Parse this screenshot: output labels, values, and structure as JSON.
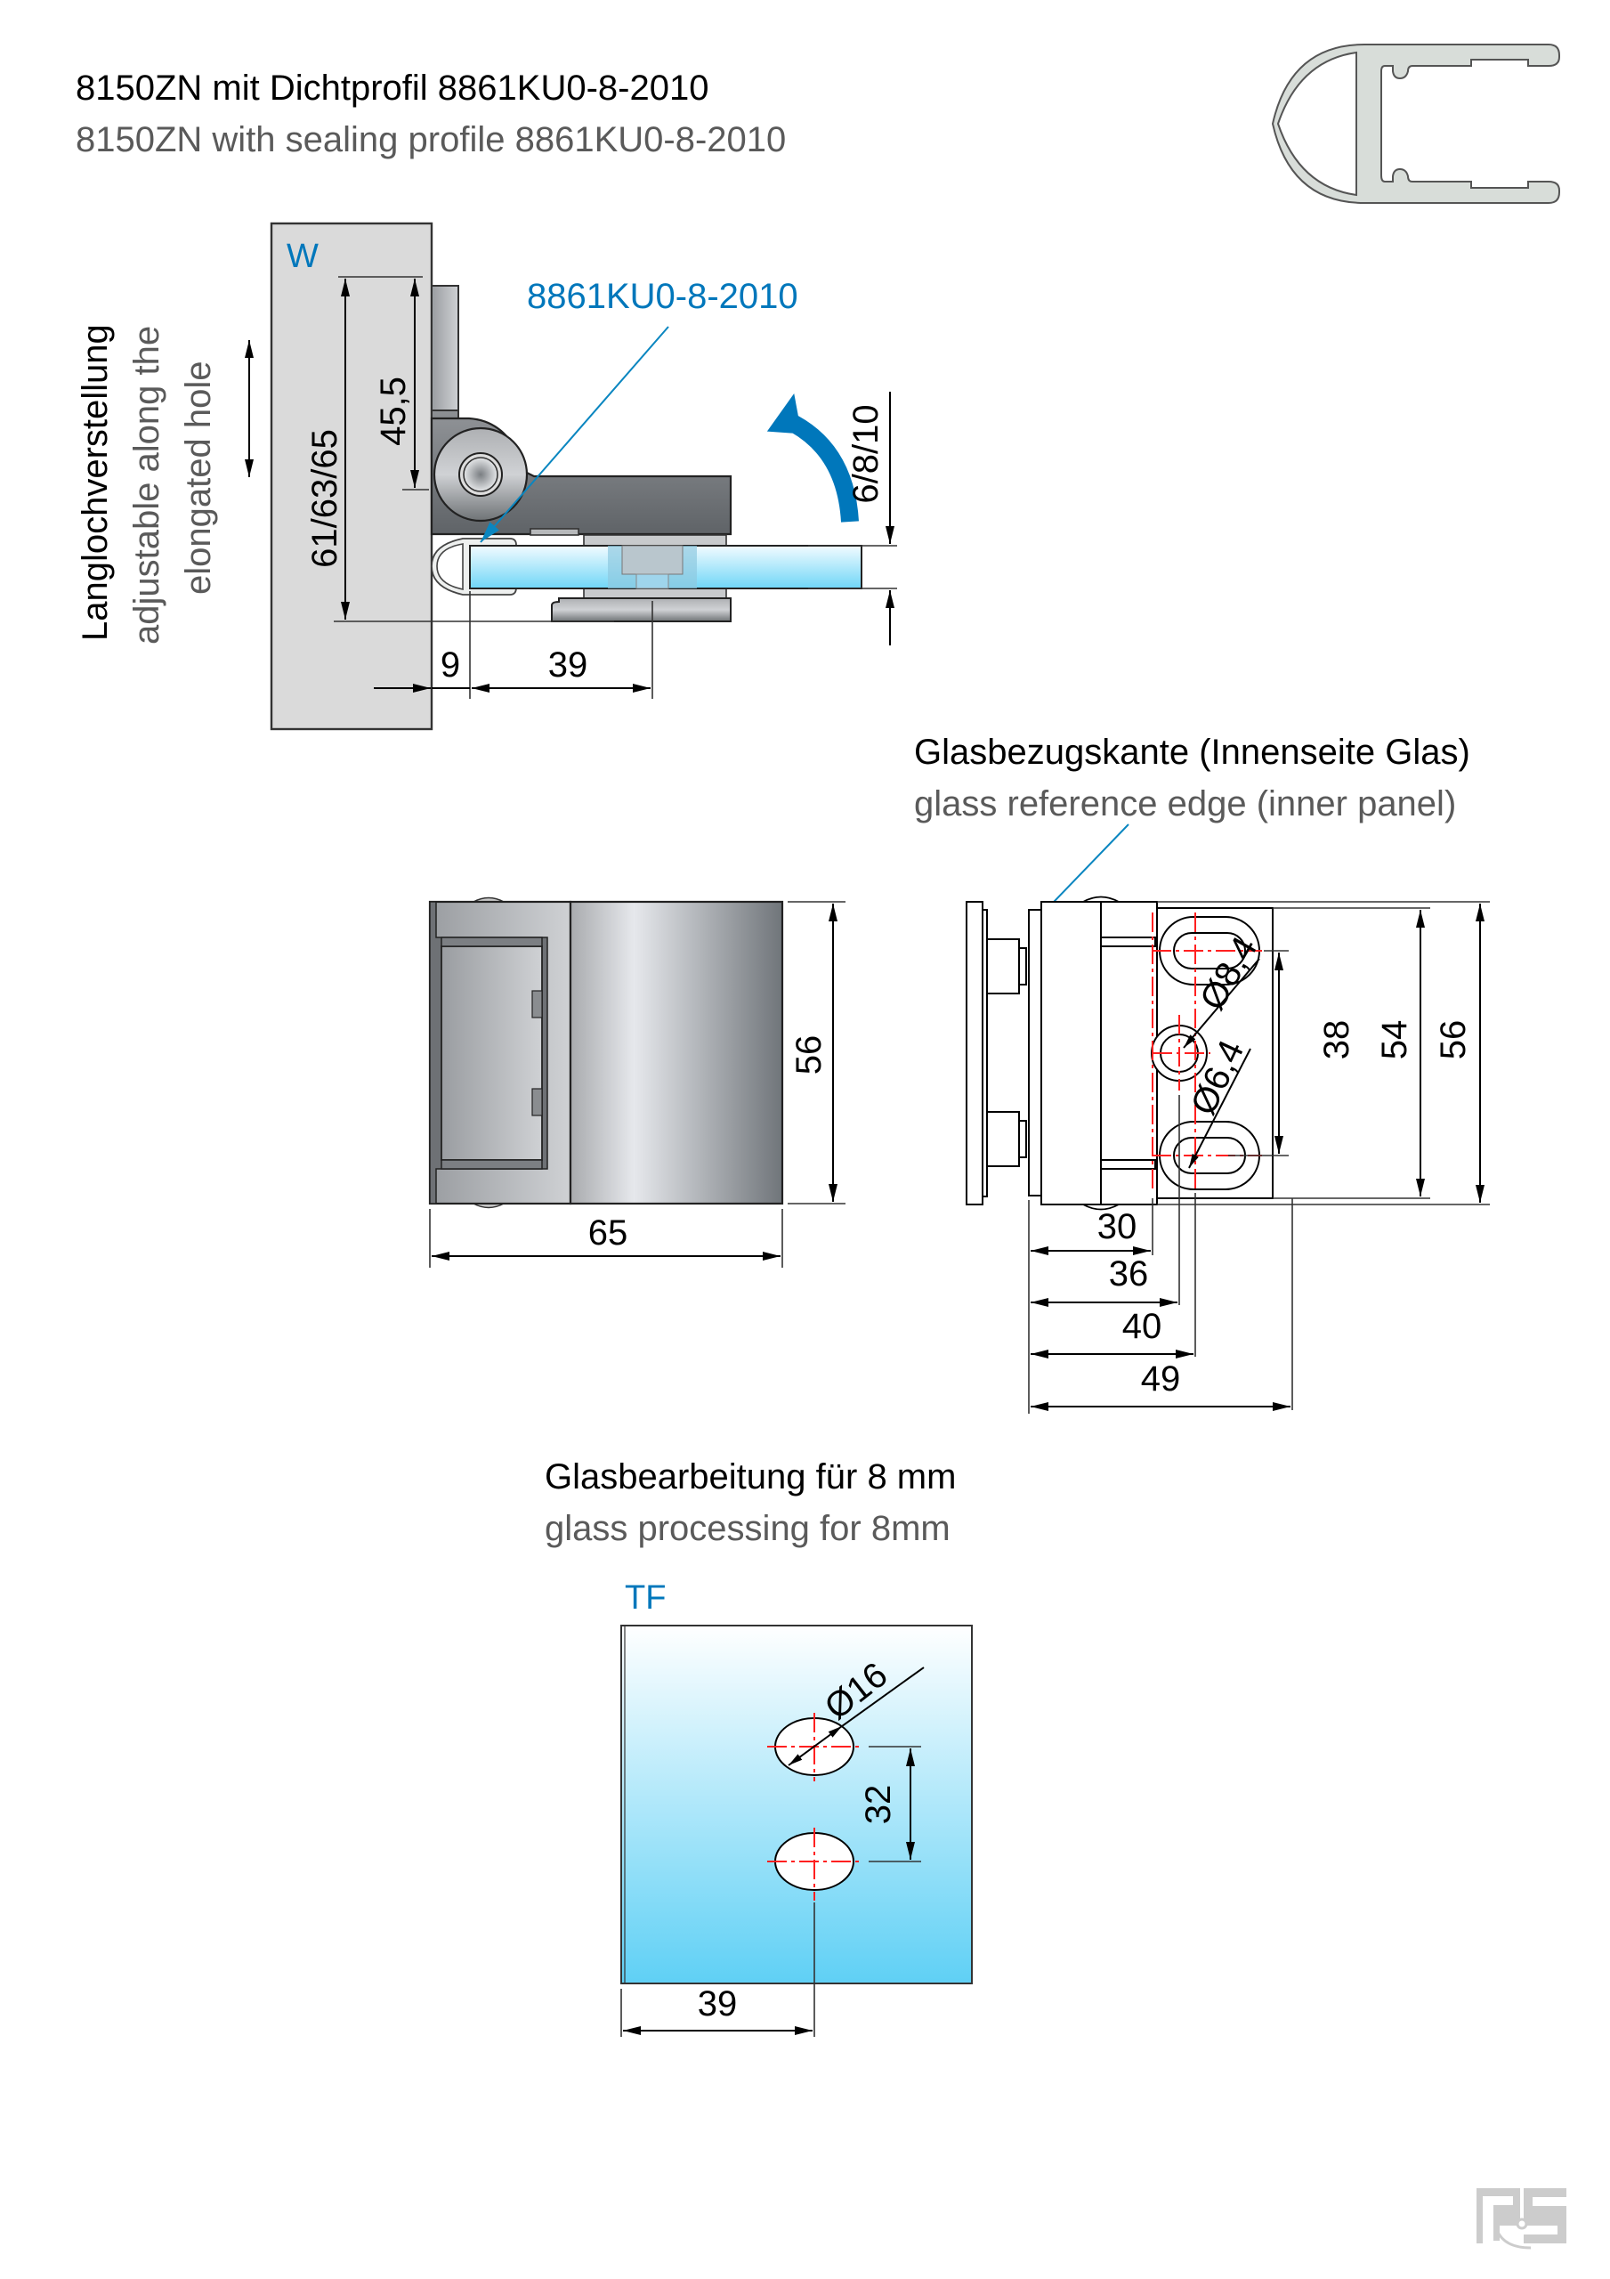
{
  "header": {
    "title_de": "8150ZN mit Dichtprofil 8861KU0-8-2010",
    "title_en": "8150ZN with sealing profile 8861KU0-8-2010"
  },
  "profile_icon": {
    "name": "sealing-profile-cross-section"
  },
  "top_view": {
    "wall_label": "W",
    "seal_label": "8861KU0-8-2010",
    "adjust_de": "Langlochverstellung",
    "adjust_en_1": "adjustable along the",
    "adjust_en_2": "elongated hole",
    "dims": {
      "height_total": "61/63/65",
      "height_hinge": "45,5",
      "glass_thickness": "6/8/10",
      "offset_wall": "9",
      "offset_glass": "39"
    }
  },
  "reference_edge": {
    "label_de": "Glasbezugskante (Innenseite Glas)",
    "label_en": "glass reference edge (inner panel)"
  },
  "front_view": {
    "dims": {
      "height": "56",
      "width": "65"
    }
  },
  "side_view": {
    "dims": {
      "dia_outer": "Ø8,4",
      "dia_inner": "Ø6,4",
      "hole_spacing": "38",
      "plate_height": "54",
      "total_height": "56",
      "d30": "30",
      "d36": "36",
      "d40": "40",
      "d49": "49"
    }
  },
  "glass_processing": {
    "title_de": "Glasbearbeitung für 8 mm",
    "title_en": "glass processing for 8mm",
    "panel_label": "TF",
    "dims": {
      "hole_dia": "Ø16",
      "hole_spacing": "32",
      "edge_offset": "39"
    }
  },
  "colors": {
    "accent_blue": "#0077bb",
    "centerline_red": "#ff2020",
    "wall_gray": "#d9d9d9",
    "glass_top": "#ffffff",
    "glass_bottom": "#5fd0f5"
  },
  "logo": {
    "name": "ps-logo"
  }
}
